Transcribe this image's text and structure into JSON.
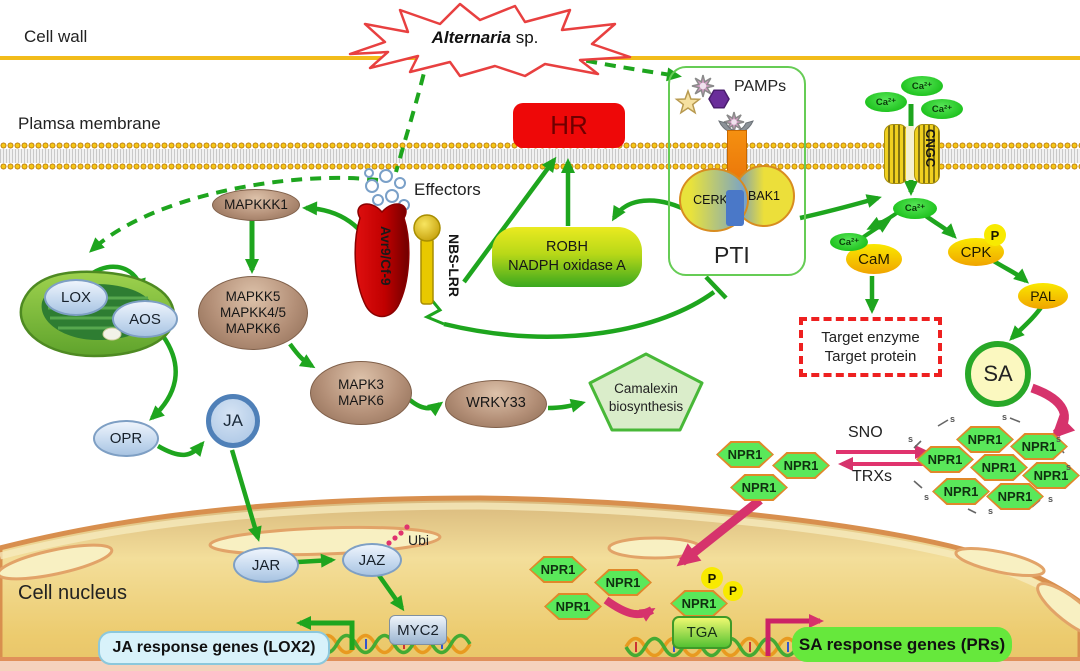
{
  "labels": {
    "cell_wall": "Cell wall",
    "plasma_membrane": "Plamsa membrane",
    "cell_nucleus": "Cell nucleus",
    "effectors": "Effectors",
    "pamps": "PAMPs",
    "pti": "PTI",
    "hr": "HR",
    "cngc": "CNGC",
    "sno": "SNO",
    "trxs": "TRXs",
    "ubi": "Ubi",
    "s_bond": "s"
  },
  "pathogen": {
    "name_italic": "Alternaria",
    "name_suffix": " sp."
  },
  "nodes": {
    "mapkkk1": "MAPKKK1",
    "mapkk_lines": [
      "MAPKK5",
      "MAPKK4/5",
      "MAPKK6"
    ],
    "mapk_lines": [
      "MAPK3",
      "MAPK6"
    ],
    "wrky33": "WRKY33",
    "camalexin_lines": [
      "Camalexin",
      "biosynthesis"
    ],
    "robh_lines": [
      "ROBH",
      "NADPH oxidase A"
    ],
    "cerk1": "CERK1",
    "bak1": "BAK1",
    "avr9": "Avr9/Cf-9",
    "nbs_lrr": "NBS-LRR",
    "ca": "Ca²⁺",
    "cam": "CaM",
    "cpk": "CPK",
    "pal": "PAL",
    "p": "P",
    "sa": "SA",
    "lox": "LOX",
    "aos": "AOS",
    "opr": "OPR",
    "ja": "JA",
    "jar": "JAR",
    "jaz": "JAZ",
    "myc2": "MYC2",
    "npr1": "NPR1",
    "tga": "TGA",
    "target_lines": [
      "Target enzyme",
      "Target protein"
    ]
  },
  "gene_boxes": {
    "ja": "JA response genes (LOX2)",
    "sa": "SA response genes (PRs)"
  },
  "colors": {
    "green_arrow": "#1ea51e",
    "pink_arrow": "#d6336c",
    "hr_red": "#ee0808",
    "membrane_gold": "#f2bc1a",
    "npr1_green": "#5ae85a",
    "npr1_border": "#e0882a",
    "sa_box_green": "#66e83c",
    "ja_box_blue": "#d8f2fa",
    "nucleus_gold": "#f0d88a",
    "brown_node": "#b08f78",
    "blue_node": "#cfe0f2"
  }
}
